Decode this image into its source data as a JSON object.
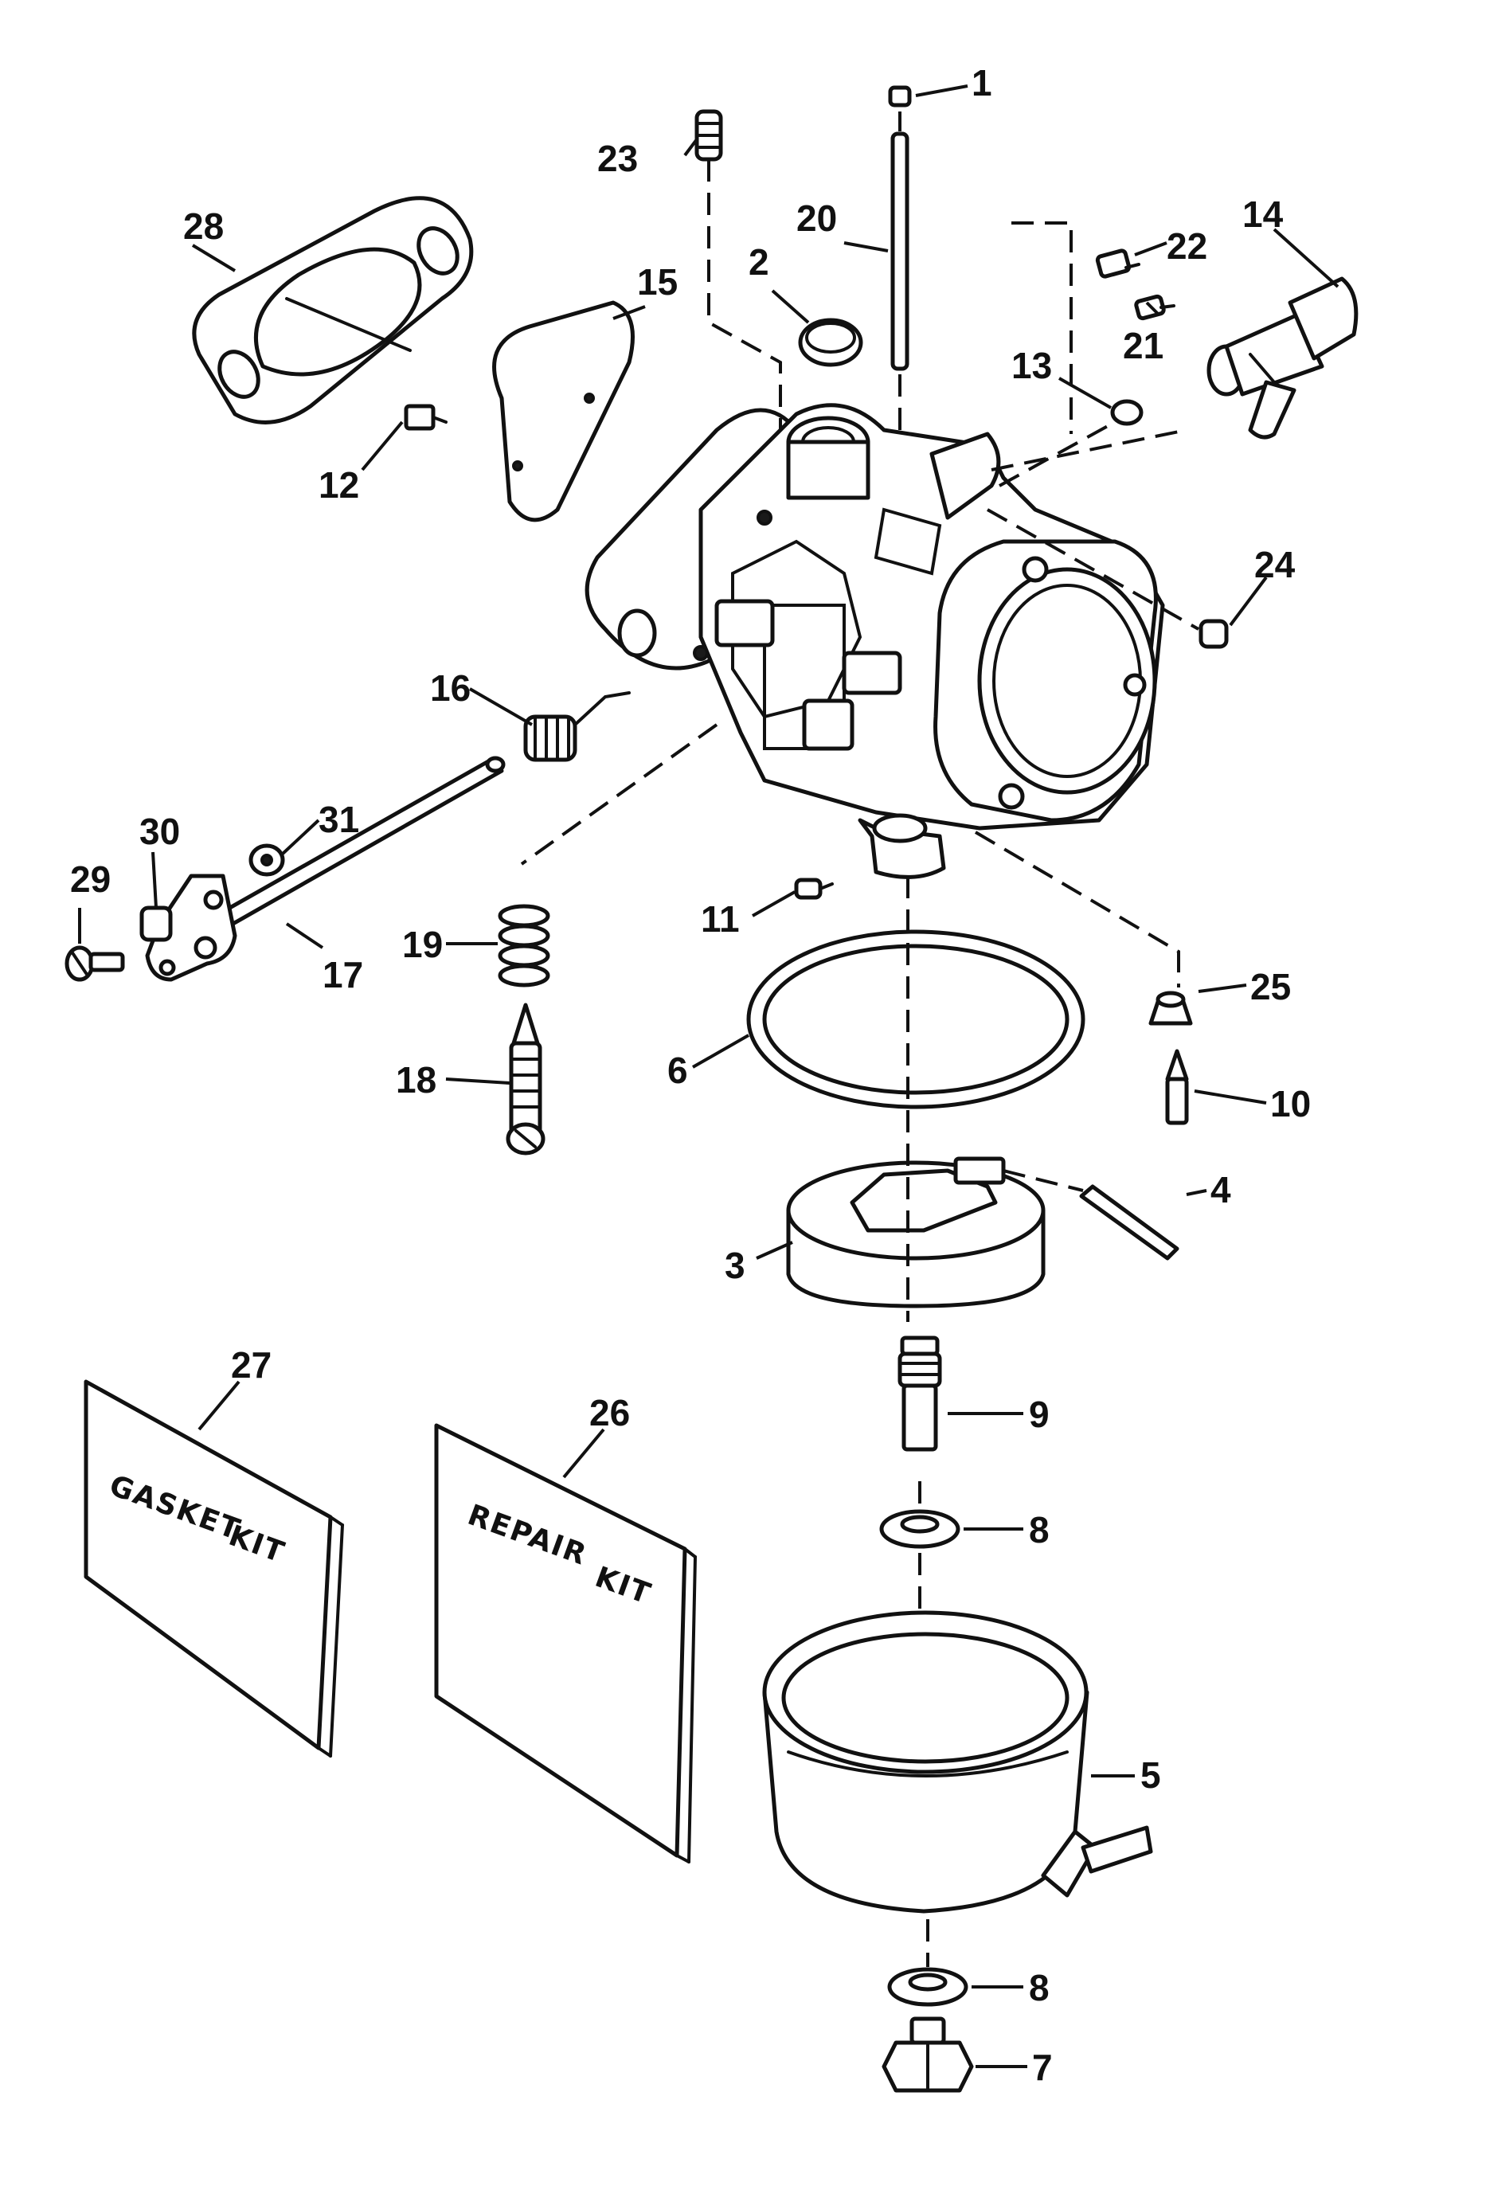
{
  "callouts": {
    "c1": "1",
    "c2": "2",
    "c3": "3",
    "c4": "4",
    "c5": "5",
    "c6": "6",
    "c7": "7",
    "c8a": "8",
    "c8b": "8",
    "c9": "9",
    "c10": "10",
    "c11": "11",
    "c12": "12",
    "c13": "13",
    "c14": "14",
    "c15": "15",
    "c16": "16",
    "c17": "17",
    "c18": "18",
    "c19": "19",
    "c20": "20",
    "c21": "21",
    "c22": "22",
    "c23": "23",
    "c24": "24",
    "c25": "25",
    "c26": "26",
    "c27": "27",
    "c28": "28",
    "c29": "29",
    "c30": "30",
    "c31": "31"
  },
  "kits": {
    "gasket_line1": "GASKET",
    "gasket_line2": "KIT",
    "repair_line1": "REPAIR",
    "repair_line2": "KIT"
  },
  "colors": {
    "ink": "#111111",
    "paper": "#ffffff"
  }
}
